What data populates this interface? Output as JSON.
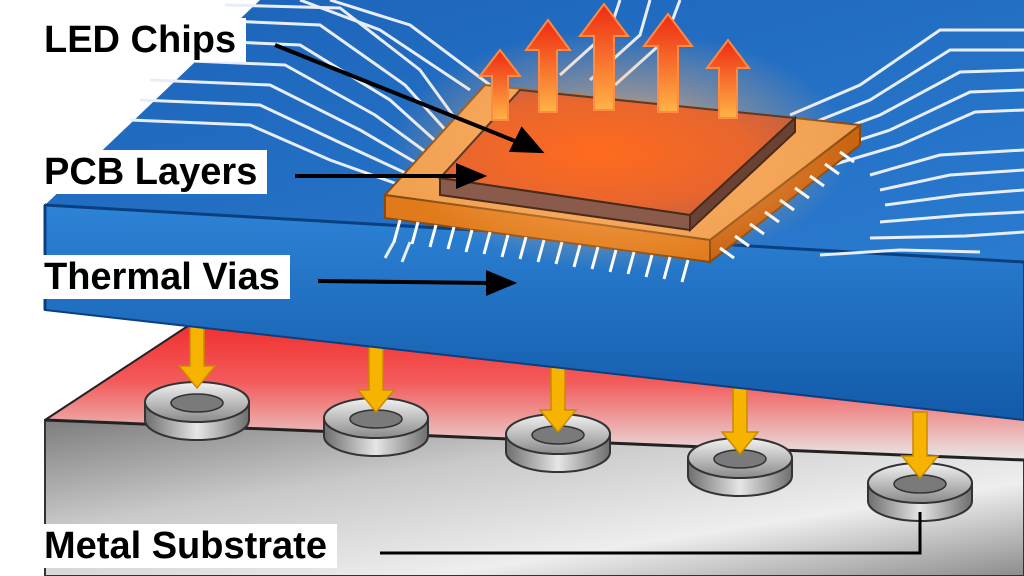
{
  "labels": {
    "led_chips": "LED Chips",
    "pcb_layers": "PCB Layers",
    "thermal_vias": "Thermal Vias",
    "metal_substrate": "Metal Substrate"
  },
  "colors": {
    "pcb_blue": "#1f6fc4",
    "pcb_blue_dark": "#0e4f9c",
    "heat_red": "#ee2424",
    "metal_gray": "#b9b9b9",
    "chip_orange": "#f08a2c",
    "arrow_yellow": "#f6b400",
    "heat_arrow": "#f24d1a"
  },
  "icons": {
    "heat_up": "upward-heat-arrow",
    "heat_down": "downward-heat-arrow",
    "via": "thermal-via-ring"
  }
}
